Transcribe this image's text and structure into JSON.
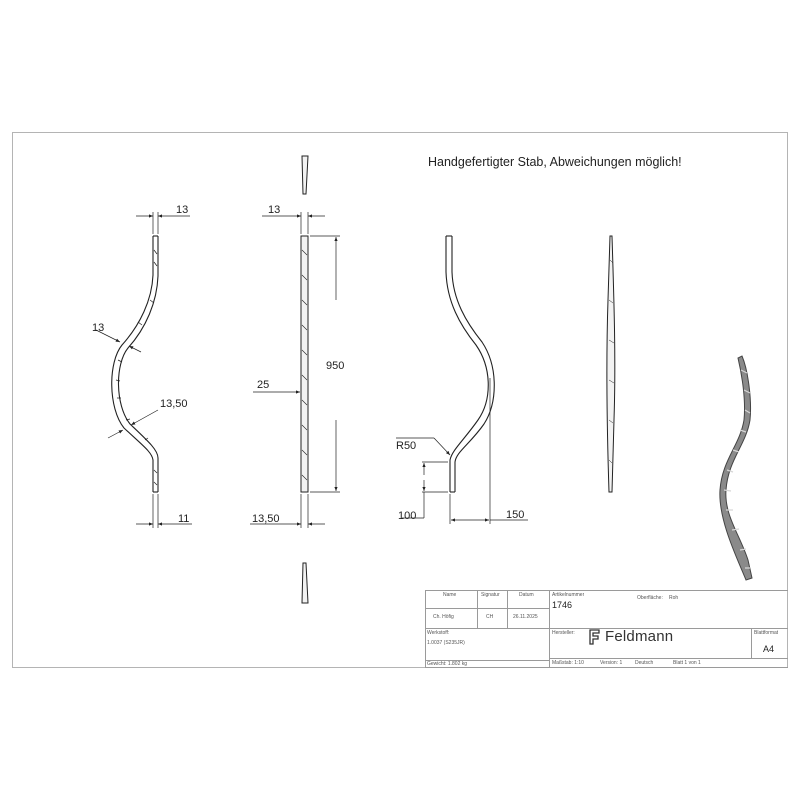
{
  "note": "Handgefertigter Stab, Abweichungen möglich!",
  "dimensions": {
    "view1_top_width": "13",
    "view1_side_upper": "13",
    "view1_side_lower": "13,50",
    "view1_bottom_width": "11",
    "view2_top_width": "13",
    "view2_length": "950",
    "view2_section": "25",
    "view2_bottom_width": "13,50",
    "view3_radius": "R50",
    "view3_height": "100",
    "view3_offset": "150"
  },
  "title_block": {
    "header_name": "Name",
    "header_signatur": "Signatur",
    "header_datum": "Datum",
    "name": "Ch. Höfig",
    "signatur": "CH",
    "datum": "26.11.2025",
    "artikelnummer_label": "Artikelnummer",
    "artikelnummer": "1746",
    "oberflaeche_label": "Oberfläche:",
    "oberflaeche": "Roh",
    "werkstoff_label": "Werkstoff:",
    "werkstoff": "1.0037 (S235JR)",
    "hersteller_label": "Hersteller:",
    "logo_text": "Feldmann",
    "blattformat_label": "Blattformat",
    "blattformat": "A4",
    "gewicht": "Gewicht: 1.802 kg",
    "massstab": "Maßstab: 1:10",
    "version": "Version: 1",
    "sprache": "Deutsch",
    "blatt": "Blatt 1 von 1"
  },
  "colors": {
    "line": "#222222",
    "frame": "#b4b4b4",
    "table_line": "#9a9a9a",
    "rod_fill": "#f2f2f2"
  },
  "icons": [
    "feldmann-logo-icon"
  ]
}
